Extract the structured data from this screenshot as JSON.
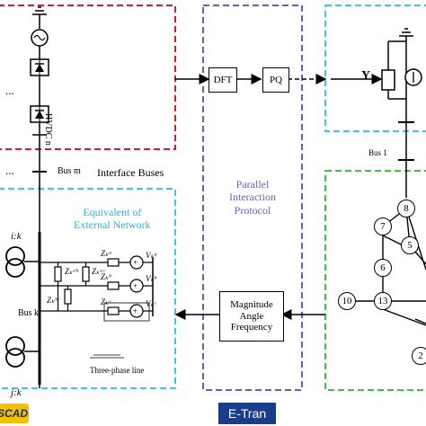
{
  "labels": {
    "hvdc": "HVDC n",
    "ellipsis_top": "...",
    "ellipsis_bottom": "...",
    "bus_m": "Bus m",
    "interface_buses": "Interface Buses",
    "equivalent": "Equivalent of\nExternal Network",
    "ik": "i:k",
    "jk": "j:k",
    "bus_k": "Bus k",
    "three_phase_line": "Three-phase line",
    "parallel": "Parallel\nInteraction\nProtocol",
    "dft": "DFT",
    "pq": "PQ",
    "magnitude": "Magnitude\nAngle\nFrequency",
    "y": "Y",
    "bus_1": "Bus 1"
  },
  "impedances": {
    "zab": "Zₖᵃᵇ",
    "zac": "Zₖᵃᶜ",
    "zbc": "Zₖᵇᶜ",
    "za": "Zₖᵃ",
    "zb": "Zₖᵇ",
    "zc": "Zₖᶜ",
    "va": "Vₖᵃ",
    "vb": "Vₖᵇ",
    "vc": "Vₖᶜ"
  },
  "nodes": [
    "7",
    "8",
    "5",
    "6",
    "10",
    "13",
    "2"
  ],
  "logos": {
    "pscad": "SCAD",
    "etran": "E-Tran"
  },
  "colors": {
    "red_dash": "#c8232c",
    "purple_dash": "#6f5bb8",
    "cyan_dash": "#3fc5e8",
    "green_dash": "#3cc43c",
    "cyan_text": "#3aa9d6",
    "purple_text": "#6f5bb8",
    "pscad_bg": "#f2c200",
    "etran_bg": "#1a3c8c"
  }
}
